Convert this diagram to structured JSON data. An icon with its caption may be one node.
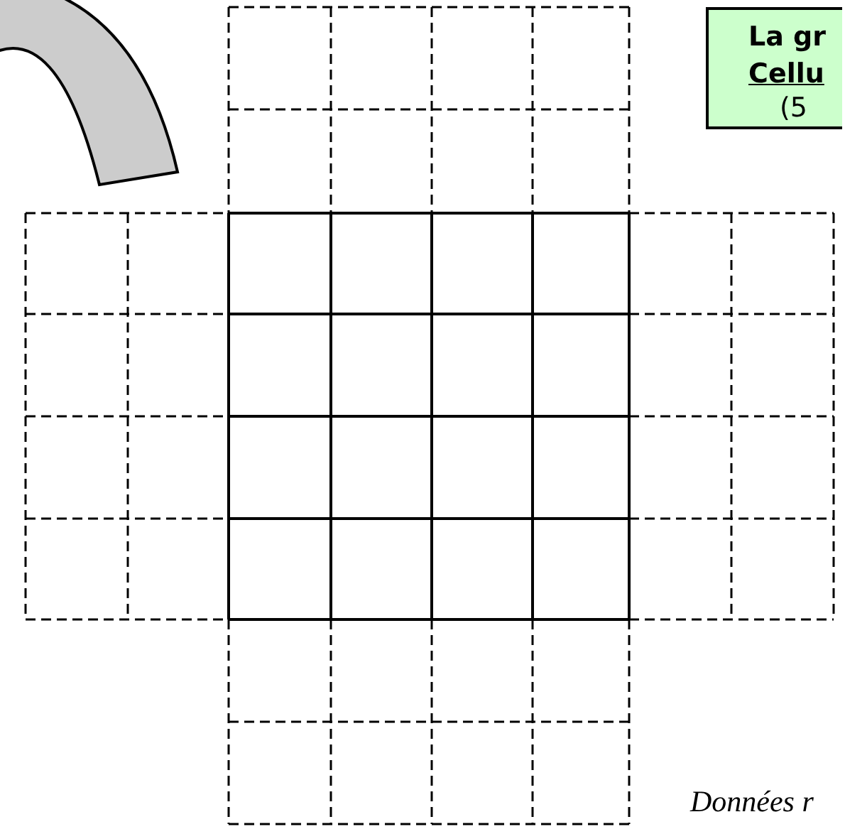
{
  "diagram": {
    "nodes": [
      {
        "text": [
          "La gr",
          "Cellu",
          "(5"
        ]
      }
    ],
    "edges": [],
    "labels": [
      "Données r"
    ]
  }
}
